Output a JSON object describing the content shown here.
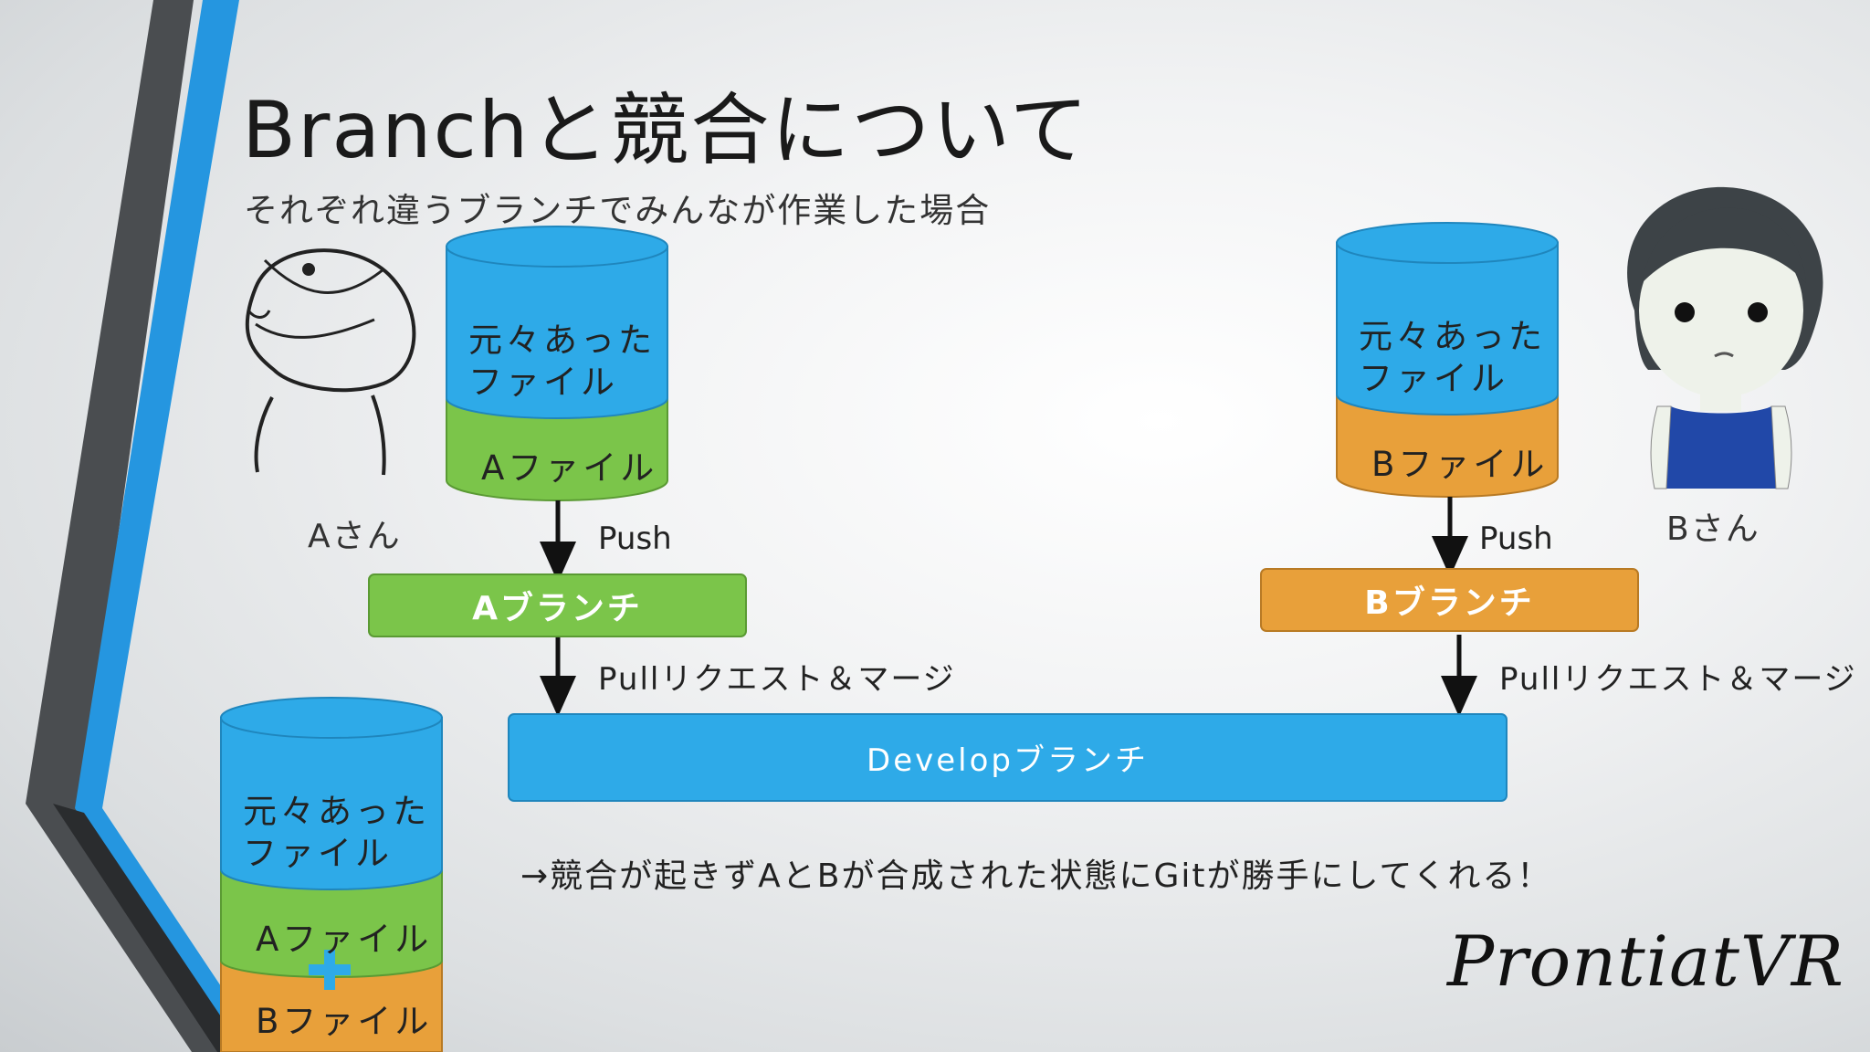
{
  "slide": {
    "title": "Branchと競合について",
    "subtitle": "それぞれ違うブランチでみんなが作業した場合",
    "person_a": "Aさん",
    "person_b": "Bさん",
    "cylinder_a": {
      "top_line1": "元々あった",
      "top_line2": "ファイル",
      "bottom": "Aファイル"
    },
    "cylinder_b": {
      "top_line1": "元々あった",
      "top_line2": "ファイル",
      "bottom": "Bファイル"
    },
    "cylinder_merged": {
      "top_line1": "元々あった",
      "top_line2": "ファイル",
      "middle": "Aファイル",
      "bottom": "Bファイル"
    },
    "push_a": "Push",
    "push_b": "Push",
    "branch_a": "Aブランチ",
    "branch_b": "Bブランチ",
    "pull_a": "Pullリクエスト＆マージ",
    "pull_b": "Pullリクエスト＆マージ",
    "develop": "Developブランチ",
    "result": "→競合が起きずAとBが合成された状態にGitが勝手にしてくれる！",
    "logo": "ProntiatVR"
  },
  "colors": {
    "blue": "#2eaae8",
    "green": "#7bc54a",
    "orange": "#e8a03a",
    "accent_stripe": "#2596e0",
    "dark_stripe": "#4a4d50"
  }
}
